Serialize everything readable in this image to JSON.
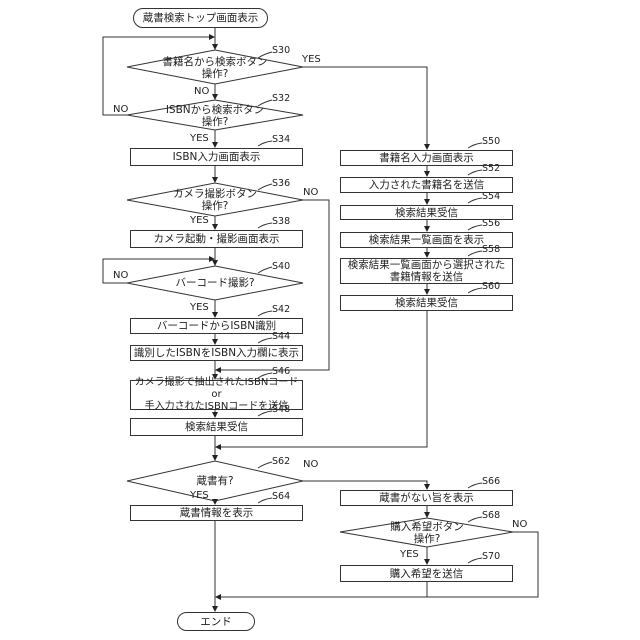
{
  "flowchart": {
    "start": "蔵書検索トップ画面表示",
    "end": "エンド",
    "steps": {
      "S30": {
        "id": "S30",
        "type": "decision",
        "text": "書籍名から検索ボタン\n操作?"
      },
      "S32": {
        "id": "S32",
        "type": "decision",
        "text": "ISBNから検索ボタン\n操作?"
      },
      "S34": {
        "id": "S34",
        "type": "process",
        "text": "ISBN入力画面表示"
      },
      "S36": {
        "id": "S36",
        "type": "decision",
        "text": "カメラ撮影ボタン\n操作?"
      },
      "S38": {
        "id": "S38",
        "type": "process",
        "text": "カメラ起動・撮影画面表示"
      },
      "S40": {
        "id": "S40",
        "type": "decision",
        "text": "バーコード撮影?"
      },
      "S42": {
        "id": "S42",
        "type": "process",
        "text": "バーコードからISBN識別"
      },
      "S44": {
        "id": "S44",
        "type": "process",
        "text": "識別したISBNをISBN入力欄に表示"
      },
      "S46": {
        "id": "S46",
        "type": "process",
        "text": "カメラ撮影で抽出されたISBNコード or\n手入力されたISBNコードを送信"
      },
      "S48": {
        "id": "S48",
        "type": "process",
        "text": "検索結果受信"
      },
      "S50": {
        "id": "S50",
        "type": "process",
        "text": "書籍名入力画面表示"
      },
      "S52": {
        "id": "S52",
        "type": "process",
        "text": "入力された書籍名を送信"
      },
      "S54": {
        "id": "S54",
        "type": "process",
        "text": "検索結果受信"
      },
      "S56": {
        "id": "S56",
        "type": "process",
        "text": "検索結果一覧画面を表示"
      },
      "S58": {
        "id": "S58",
        "type": "process",
        "text": "検索結果一覧画面から選択された\n書籍情報を送信"
      },
      "S60": {
        "id": "S60",
        "type": "process",
        "text": "検索結果受信"
      },
      "S62": {
        "id": "S62",
        "type": "decision",
        "text": "蔵書有?"
      },
      "S64": {
        "id": "S64",
        "type": "process",
        "text": "蔵書情報を表示"
      },
      "S66": {
        "id": "S66",
        "type": "process",
        "text": "蔵書がない旨を表示"
      },
      "S68": {
        "id": "S68",
        "type": "decision",
        "text": "購入希望ボタン\n操作?"
      },
      "S70": {
        "id": "S70",
        "type": "process",
        "text": "購入希望を送信"
      }
    },
    "edge_labels": {
      "yes": "YES",
      "no": "NO"
    }
  }
}
